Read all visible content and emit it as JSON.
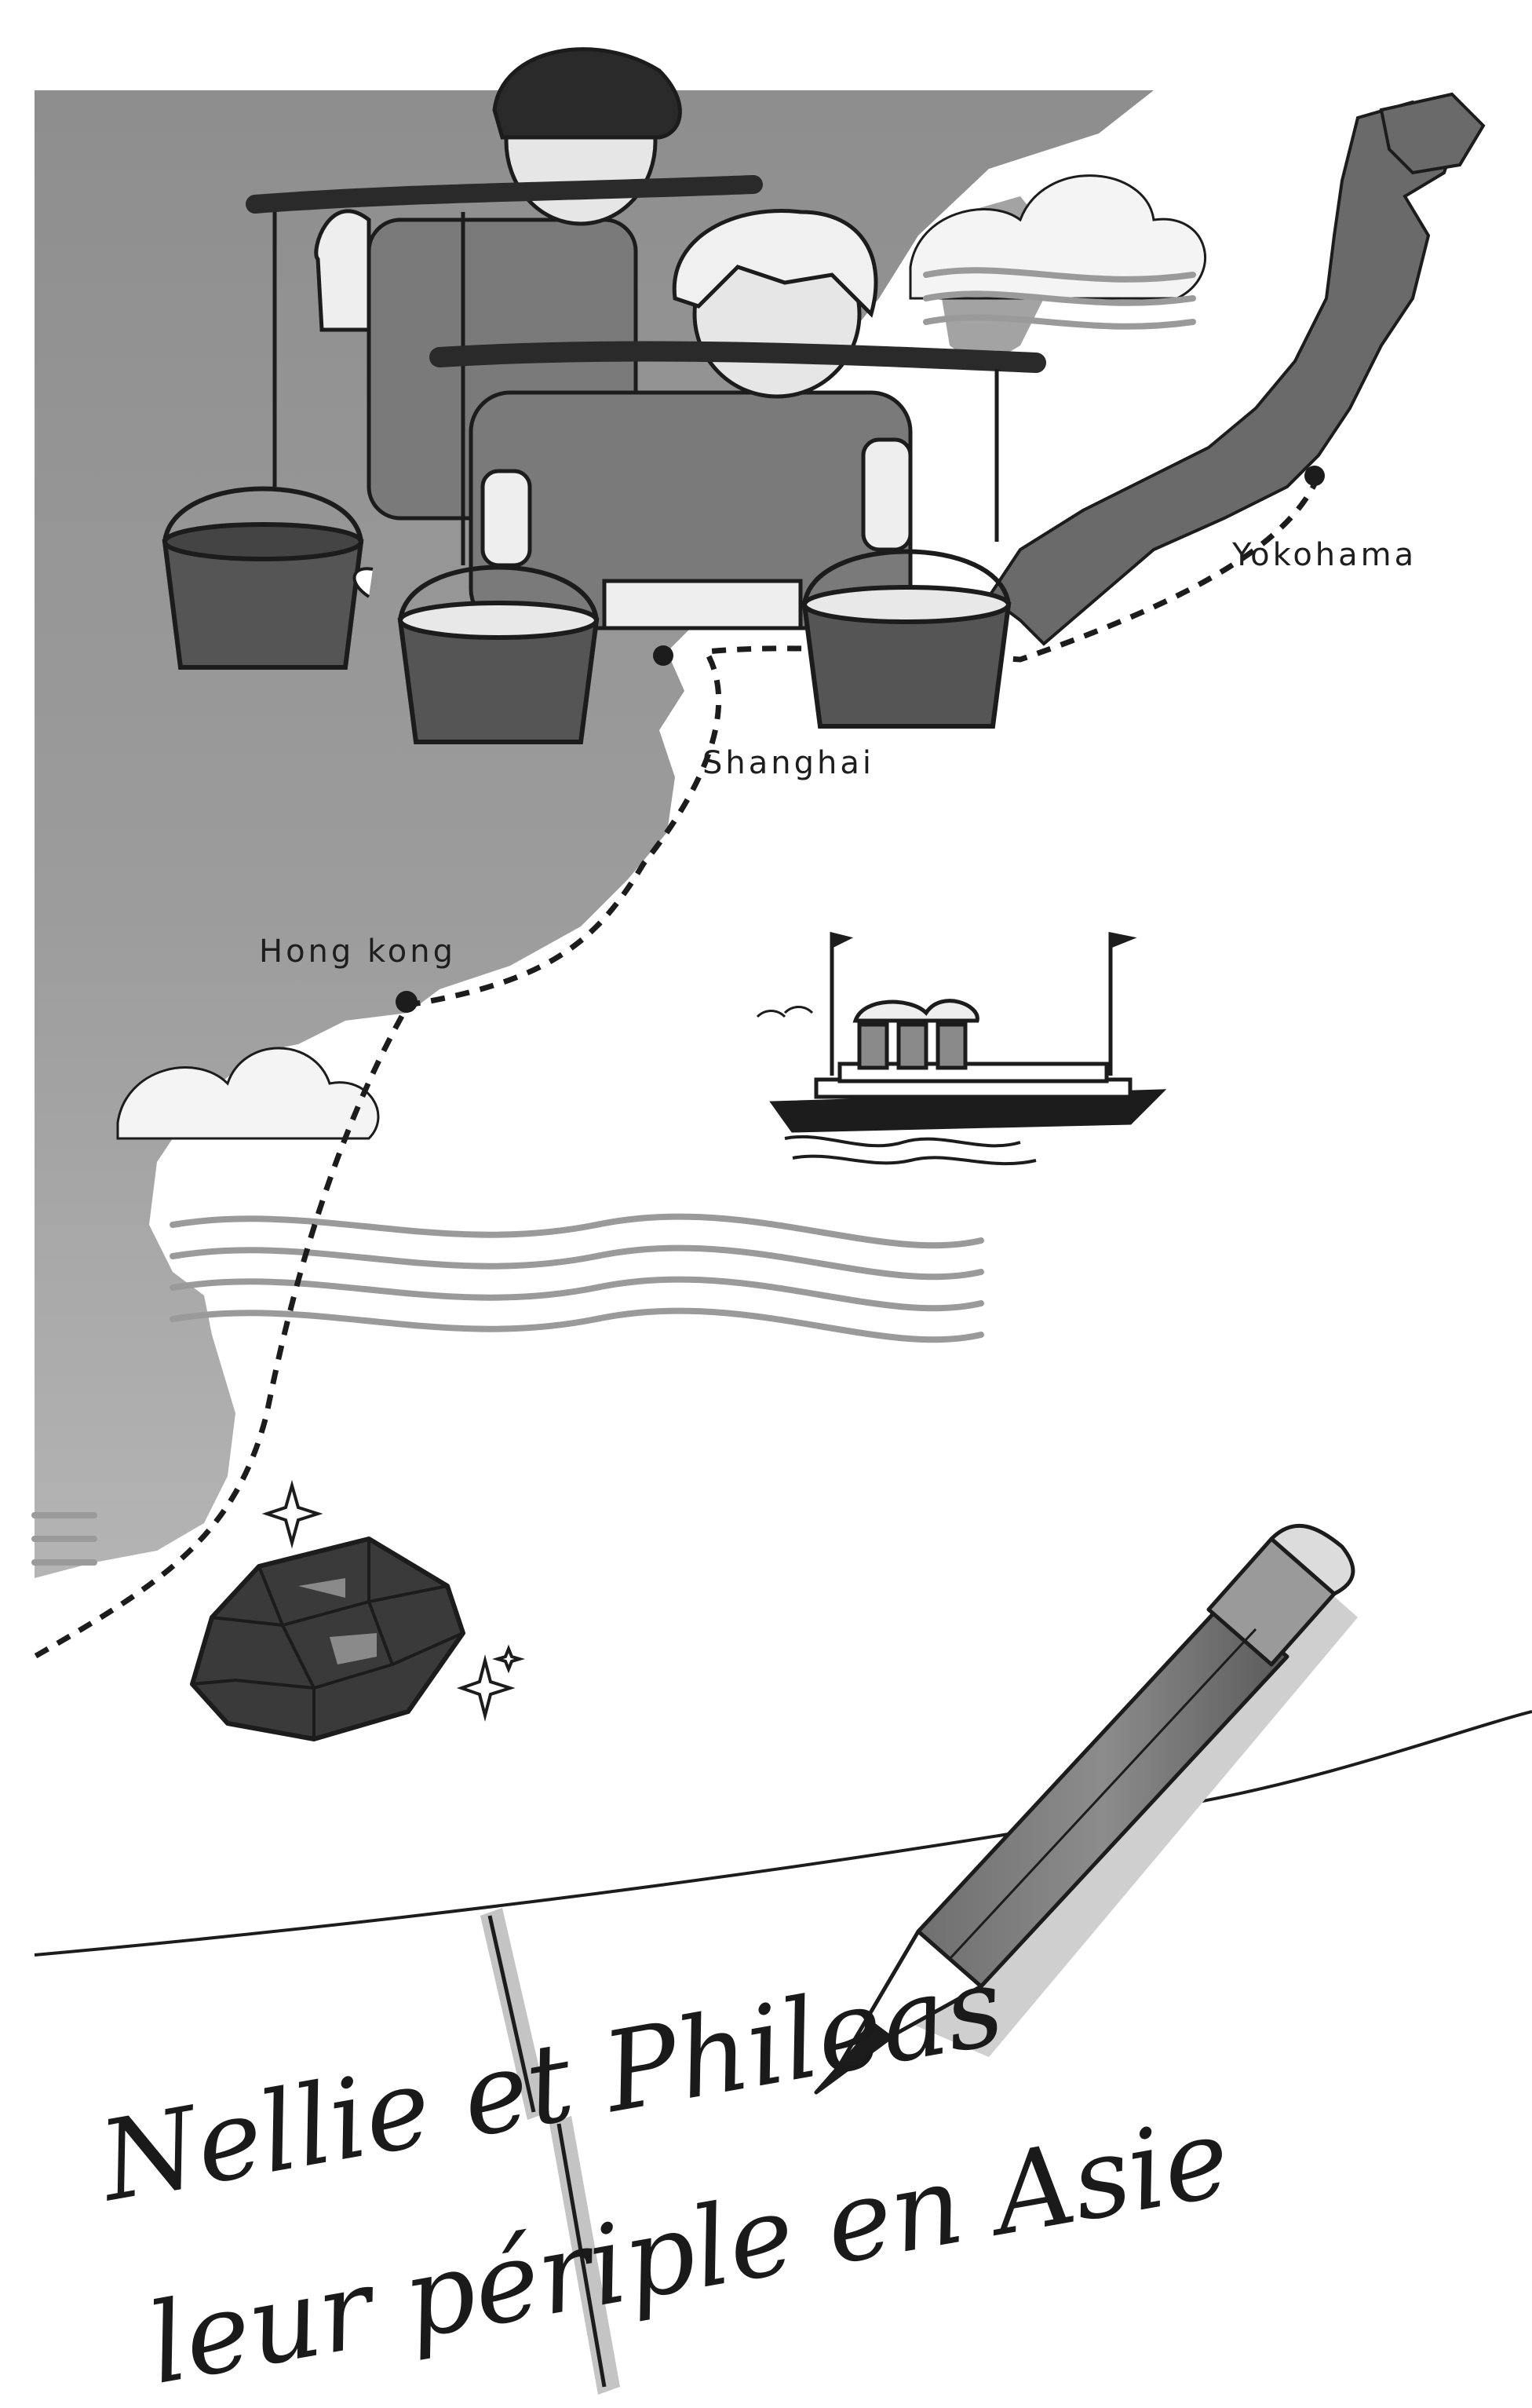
{
  "map": {
    "cities": [
      {
        "id": "yokohama",
        "name": "Yokohama"
      },
      {
        "id": "shanghai",
        "name": "Shanghai"
      },
      {
        "id": "hong-kong",
        "name": "Hong kong"
      }
    ]
  },
  "title": {
    "line1": "Nellie et Phileas",
    "line2": "leur périple en Asie"
  },
  "colors": {
    "land": "#8a8a8a",
    "land_dark": "#5e5e5e",
    "japan": "#6a6a6a",
    "cloud": "#f2f2f2",
    "ink": "#1c1c1c",
    "paper": "#ffffff"
  }
}
